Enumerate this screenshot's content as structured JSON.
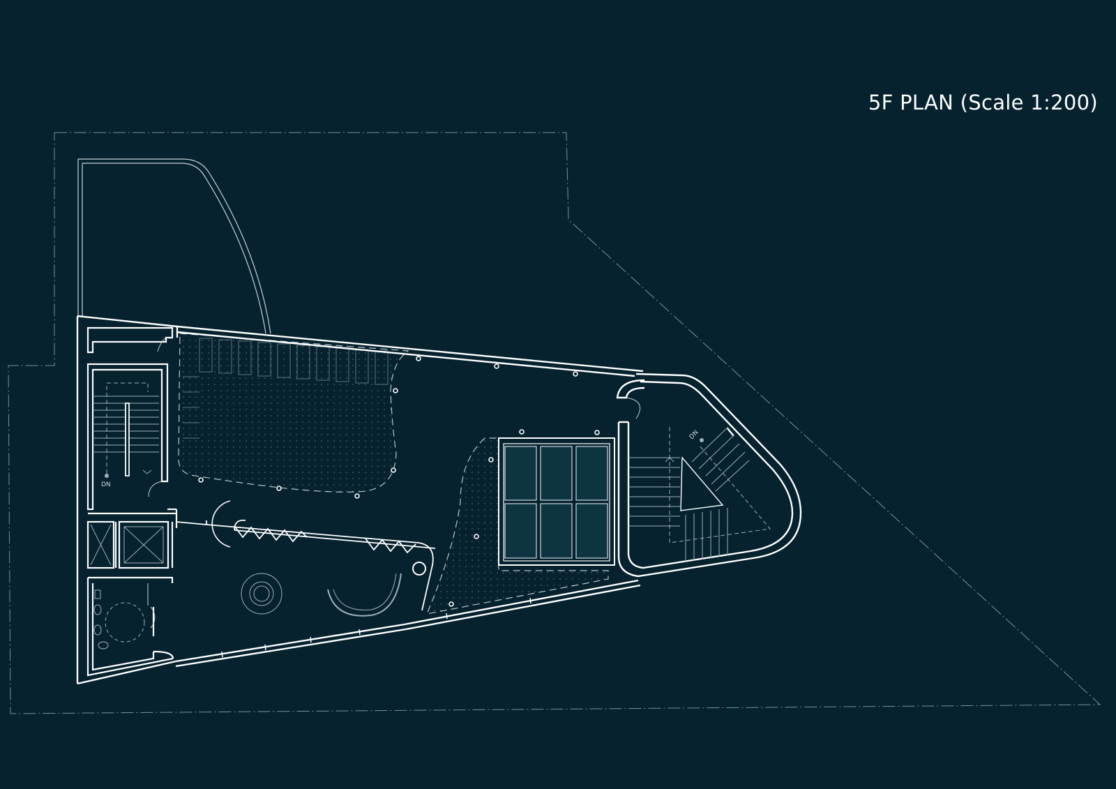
{
  "title": "5F PLAN (Scale 1:200)",
  "labels": {
    "stair_left_dn": "DN",
    "stair_right_dn": "DN"
  },
  "colors": {
    "background": "#06222f",
    "wall": "#ffffff",
    "fine_line": "#9fb0b8",
    "boundary": "#7f9096",
    "skylight": "#0d3441"
  }
}
